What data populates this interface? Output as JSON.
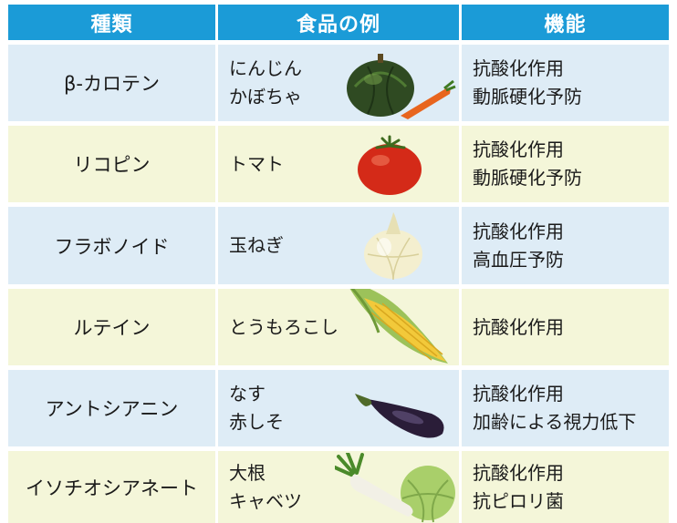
{
  "headers": {
    "type": "種類",
    "food": "食品の例",
    "function": "機能"
  },
  "rows": [
    {
      "type": "β-カロテン",
      "foods": [
        "にんじん",
        "かぼちゃ"
      ],
      "functions": [
        "抗酸化作用",
        "動脈硬化予防"
      ],
      "image": "pumpkin-carrot"
    },
    {
      "type": "リコピン",
      "foods": [
        "トマト"
      ],
      "functions": [
        "抗酸化作用",
        "動脈硬化予防"
      ],
      "image": "tomato"
    },
    {
      "type": "フラボノイド",
      "foods": [
        "玉ねぎ"
      ],
      "functions": [
        "抗酸化作用",
        "高血圧予防"
      ],
      "image": "onion"
    },
    {
      "type": "ルテイン",
      "foods": [
        "とうもろこし"
      ],
      "functions": [
        "抗酸化作用"
      ],
      "image": "corn"
    },
    {
      "type": "アントシアニン",
      "foods": [
        "なす",
        "赤しそ"
      ],
      "functions": [
        "抗酸化作用",
        "加齢による視力低下"
      ],
      "image": "eggplant"
    },
    {
      "type": "イソチオシアネート",
      "foods": [
        "大根",
        "キャベツ"
      ],
      "functions": [
        "抗酸化作用",
        "抗ピロリ菌"
      ],
      "image": "daikon-cabbage"
    }
  ],
  "colors": {
    "header": "#1b9bd7",
    "row_blue": "#deecf6",
    "row_yellow": "#f4f6d9"
  }
}
